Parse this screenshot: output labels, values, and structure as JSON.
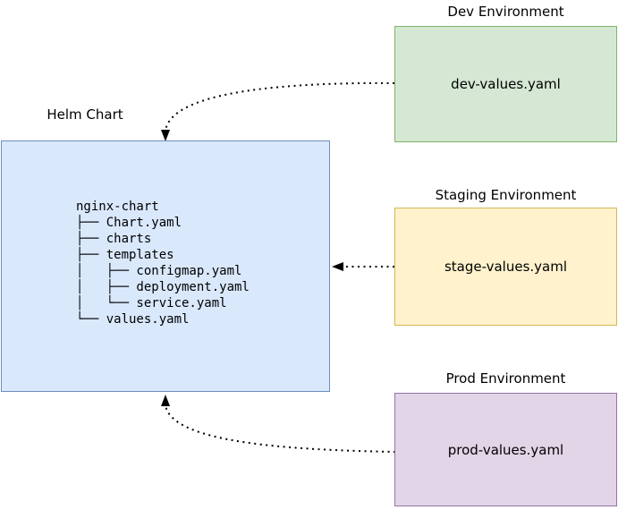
{
  "diagram": {
    "helm": {
      "label": "Helm Chart",
      "tree": "nginx-chart\n├── Chart.yaml\n├── charts\n├── templates\n│   ├── configmap.yaml\n│   ├── deployment.yaml\n│   └── service.yaml\n└── values.yaml",
      "fill": "#dae8fc",
      "stroke": "#6c8ebf"
    },
    "environments": [
      {
        "title": "Dev Environment",
        "file": "dev-values.yaml",
        "fill": "#d5e8d4",
        "stroke": "#82b366"
      },
      {
        "title": "Staging Environment",
        "file": "stage-values.yaml",
        "fill": "#fff2cc",
        "stroke": "#d6b656"
      },
      {
        "title": "Prod Environment",
        "file": "prod-values.yaml",
        "fill": "#e1d5e7",
        "stroke": "#9673a6"
      }
    ],
    "arrows": {
      "color": "#000000",
      "style": "dotted",
      "connections": [
        {
          "from": "Dev Environment",
          "to": "Helm Chart"
        },
        {
          "from": "Staging Environment",
          "to": "Helm Chart"
        },
        {
          "from": "Prod Environment",
          "to": "Helm Chart"
        }
      ]
    }
  }
}
